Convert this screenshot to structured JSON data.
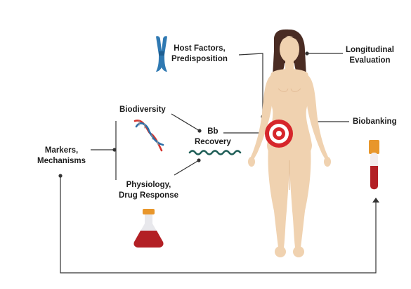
{
  "labels": {
    "host_factors_line1": "Host Factors,",
    "host_factors_line2": "Predisposition",
    "longitudinal_line1": "Longitudinal",
    "longitudinal_line2": "Evaluation",
    "biodiversity": "Biodiversity",
    "bb": "Bb",
    "recovery": "Recovery",
    "biobanking": "Biobanking",
    "markers_line1": "Markers,",
    "markers_line2": "Mechanisms",
    "physiology_line1": "Physiology,",
    "physiology_line2": "Drug Response"
  },
  "colors": {
    "skin": "#f0d2b0",
    "skin_shade": "#e3bd98",
    "hair": "#4a2c23",
    "target_red": "#d6262b",
    "chromosome_blue": "#2f79b2",
    "dna_red": "#d6362f",
    "dna_blue": "#2d6fa8",
    "spirochete": "#1f5e57",
    "blood": "#b32025",
    "tube_cap": "#e8962b",
    "line": "#333333"
  },
  "icons": [
    "chromosome-icon",
    "dna-helix-icon",
    "spirochete-icon",
    "flask-icon",
    "blood-tube-icon",
    "target-icon",
    "human-figure"
  ]
}
